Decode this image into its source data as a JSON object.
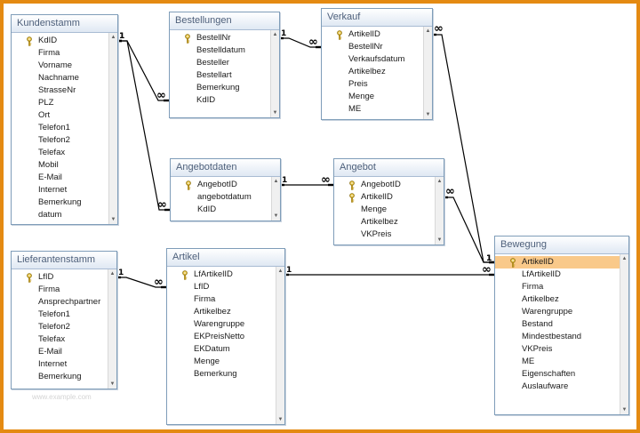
{
  "tables": [
    {
      "id": "kundenstamm",
      "title": "Kundenstamm",
      "fields": [
        {
          "name": "KdID",
          "pk": true
        },
        {
          "name": "Firma"
        },
        {
          "name": "Vorname"
        },
        {
          "name": "Nachname"
        },
        {
          "name": "StrasseNr"
        },
        {
          "name": "PLZ"
        },
        {
          "name": "Ort"
        },
        {
          "name": "Telefon1"
        },
        {
          "name": "Telefon2"
        },
        {
          "name": "Telefax"
        },
        {
          "name": "Mobil"
        },
        {
          "name": "E-Mail"
        },
        {
          "name": "Internet"
        },
        {
          "name": "Bemerkung"
        },
        {
          "name": "datum"
        }
      ]
    },
    {
      "id": "bestellungen",
      "title": "Bestellungen",
      "fields": [
        {
          "name": "BestellNr",
          "pk": true
        },
        {
          "name": "Bestelldatum"
        },
        {
          "name": "Besteller"
        },
        {
          "name": "Bestellart"
        },
        {
          "name": "Bemerkung"
        },
        {
          "name": "KdID"
        }
      ]
    },
    {
      "id": "verkauf",
      "title": "Verkauf",
      "fields": [
        {
          "name": "ArtikelID",
          "pk": true
        },
        {
          "name": "BestellNr"
        },
        {
          "name": "Verkaufsdatum"
        },
        {
          "name": "Artikelbez"
        },
        {
          "name": "Preis"
        },
        {
          "name": "Menge"
        },
        {
          "name": "ME"
        }
      ]
    },
    {
      "id": "angebotdaten",
      "title": "Angebotdaten",
      "fields": [
        {
          "name": "AngebotID",
          "pk": true
        },
        {
          "name": "angebotdatum"
        },
        {
          "name": "KdID"
        }
      ]
    },
    {
      "id": "angebot",
      "title": "Angebot",
      "fields": [
        {
          "name": "AngebotID",
          "pk": true
        },
        {
          "name": "ArtikelID",
          "pk": true
        },
        {
          "name": "Menge"
        },
        {
          "name": "Artikelbez"
        },
        {
          "name": "VKPreis"
        }
      ]
    },
    {
      "id": "lieferantenstamm",
      "title": "Lieferantenstamm",
      "fields": [
        {
          "name": "LfID",
          "pk": true
        },
        {
          "name": "Firma"
        },
        {
          "name": "Ansprechpartner"
        },
        {
          "name": "Telefon1"
        },
        {
          "name": "Telefon2"
        },
        {
          "name": "Telefax"
        },
        {
          "name": "E-Mail"
        },
        {
          "name": "Internet"
        },
        {
          "name": "Bemerkung"
        }
      ]
    },
    {
      "id": "artikel",
      "title": "Artikel",
      "fields": [
        {
          "name": "LfArtikelID",
          "pk": true
        },
        {
          "name": "LfID"
        },
        {
          "name": "Firma"
        },
        {
          "name": "Artikelbez"
        },
        {
          "name": "Warengruppe"
        },
        {
          "name": "EKPreisNetto"
        },
        {
          "name": "EKDatum"
        },
        {
          "name": "Menge"
        },
        {
          "name": "Bemerkung"
        }
      ]
    },
    {
      "id": "bewegung",
      "title": "Bewegung",
      "fields": [
        {
          "name": "ArtikelID",
          "pk": true,
          "selected": true
        },
        {
          "name": "LfArtikelID"
        },
        {
          "name": "Firma"
        },
        {
          "name": "Artikelbez"
        },
        {
          "name": "Warengruppe"
        },
        {
          "name": "Bestand"
        },
        {
          "name": "Mindestbestand"
        },
        {
          "name": "VKPreis"
        },
        {
          "name": "ME"
        },
        {
          "name": "Eigenschaften"
        },
        {
          "name": "Auslaufware"
        }
      ]
    }
  ],
  "relationships": [
    {
      "from": "kundenstamm.KdID",
      "to": "bestellungen.KdID",
      "from_card": "1",
      "to_card": "∞"
    },
    {
      "from": "kundenstamm.KdID",
      "to": "angebotdaten.KdID",
      "from_card": "1",
      "to_card": "∞"
    },
    {
      "from": "bestellungen.BestellNr",
      "to": "verkauf.BestellNr",
      "from_card": "1",
      "to_card": "∞"
    },
    {
      "from": "angebotdaten.AngebotID",
      "to": "angebot.AngebotID",
      "from_card": "1",
      "to_card": "∞"
    },
    {
      "from": "lieferantenstamm.LfID",
      "to": "artikel.LfID",
      "from_card": "1",
      "to_card": "∞"
    },
    {
      "from": "artikel.LfArtikelID",
      "to": "bewegung.LfArtikelID",
      "from_card": "1",
      "to_card": "∞"
    },
    {
      "from": "verkauf.ArtikelID",
      "to": "bewegung.ArtikelID",
      "from_card": "∞",
      "to_card": "1"
    },
    {
      "from": "angebot.ArtikelID",
      "to": "bewegung.ArtikelID",
      "from_card": "∞",
      "to_card": "1"
    }
  ],
  "colors": {
    "frame": "#e48a12",
    "title_text": "#4d5f7a",
    "table_border": "#7f9db9",
    "selected_field": "#f9c98a",
    "line": "#000000"
  },
  "watermark": "www.example.com",
  "icons": {
    "primary_key": "key-icon"
  }
}
